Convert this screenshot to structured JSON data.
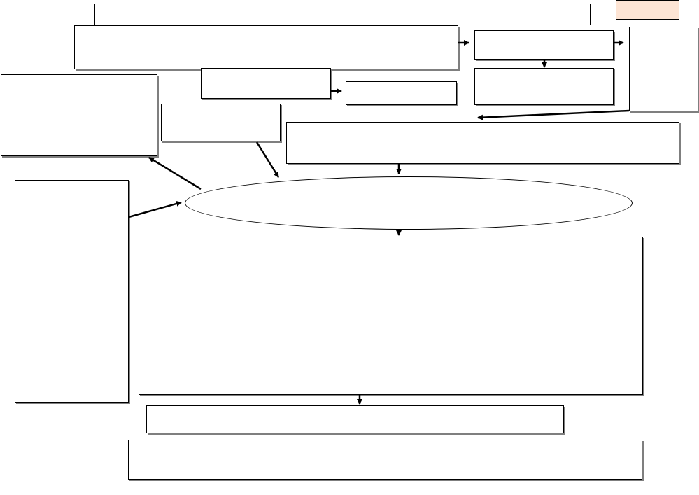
{
  "diagram": {
    "type": "flowchart",
    "accent_fill": "#fde4d4",
    "line_color": "#000000",
    "shadow_color": "#7f7f7f",
    "nodes": [
      {
        "id": "title-bar",
        "text": ""
      },
      {
        "id": "corner-tag",
        "text": ""
      },
      {
        "id": "wide-top",
        "text": ""
      },
      {
        "id": "right-top",
        "text": ""
      },
      {
        "id": "far-right",
        "text": ""
      },
      {
        "id": "right-mid",
        "text": ""
      },
      {
        "id": "center-sub",
        "text": ""
      },
      {
        "id": "center-sub-right",
        "text": ""
      },
      {
        "id": "left-top",
        "text": ""
      },
      {
        "id": "left-mid",
        "text": ""
      },
      {
        "id": "wide-mid",
        "text": ""
      },
      {
        "id": "central-ellipse",
        "text": ""
      },
      {
        "id": "left-tall",
        "text": ""
      },
      {
        "id": "big-main",
        "text": ""
      },
      {
        "id": "bottom-1",
        "text": ""
      },
      {
        "id": "bottom-2",
        "text": ""
      }
    ]
  }
}
